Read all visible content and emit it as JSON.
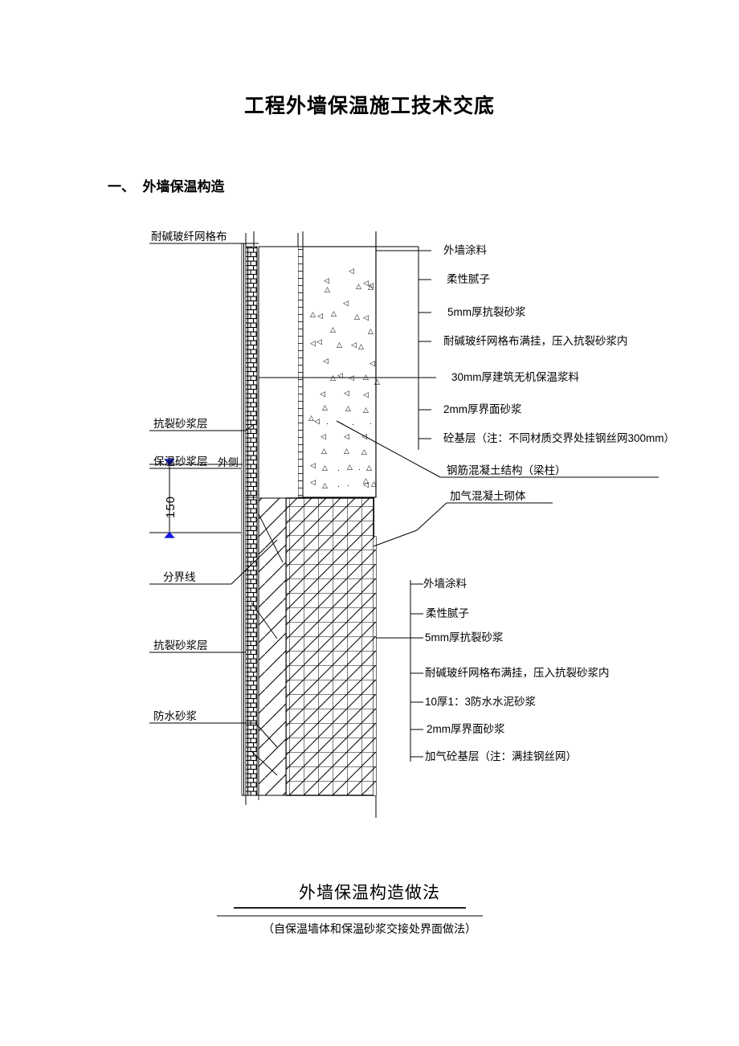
{
  "document": {
    "title": "工程外墙保温施工技术交底",
    "section_heading": "一、  外墙保温构造"
  },
  "figure": {
    "caption_main": "外墙保温构造做法",
    "caption_sub": "（自保温墙体和保温砂浆交接处界面做法）",
    "dimension_150": "150",
    "left_labels": [
      {
        "id": "alkali-resistant-mesh",
        "text": "耐碱玻纤网格布"
      },
      {
        "id": "anti-crack-mortar-upper",
        "text": "抗裂砂浆层"
      },
      {
        "id": "insulation-mortar",
        "text": "保温砂浆层"
      },
      {
        "id": "outer-side",
        "text": "外侧"
      },
      {
        "id": "boundary-line",
        "text": "分界线"
      },
      {
        "id": "anti-crack-mortar-lower",
        "text": "抗裂砂浆层"
      },
      {
        "id": "waterproof-mortar",
        "text": "防水砂浆"
      }
    ],
    "upper_right_labels": [
      "外墙涂料",
      "柔性腻子",
      "5mm厚抗裂砂浆",
      "耐碱玻纤网格布满挂，压入抗裂砂浆内",
      "30mm厚建筑无机保温浆料",
      "2mm厚界面砂浆",
      "砼基层（注：不同材质交界处挂钢丝网300mm）"
    ],
    "structure_label": "钢筋混凝土结构（梁柱）",
    "masonry_label": "加气混凝土砌体",
    "lower_right_labels": [
      "外墙涂料",
      "柔性腻子",
      "5mm厚抗裂砂浆",
      "耐碱玻纤网格布满挂，压入抗裂砂浆内",
      "10厚1：3防水水泥砂浆",
      "2mm厚界面砂浆",
      "加气砼基层（注：满挂钢丝网）"
    ]
  },
  "colors": {
    "ink": "#000000",
    "dimension_marker": "#1818e0",
    "paper": "#ffffff"
  }
}
